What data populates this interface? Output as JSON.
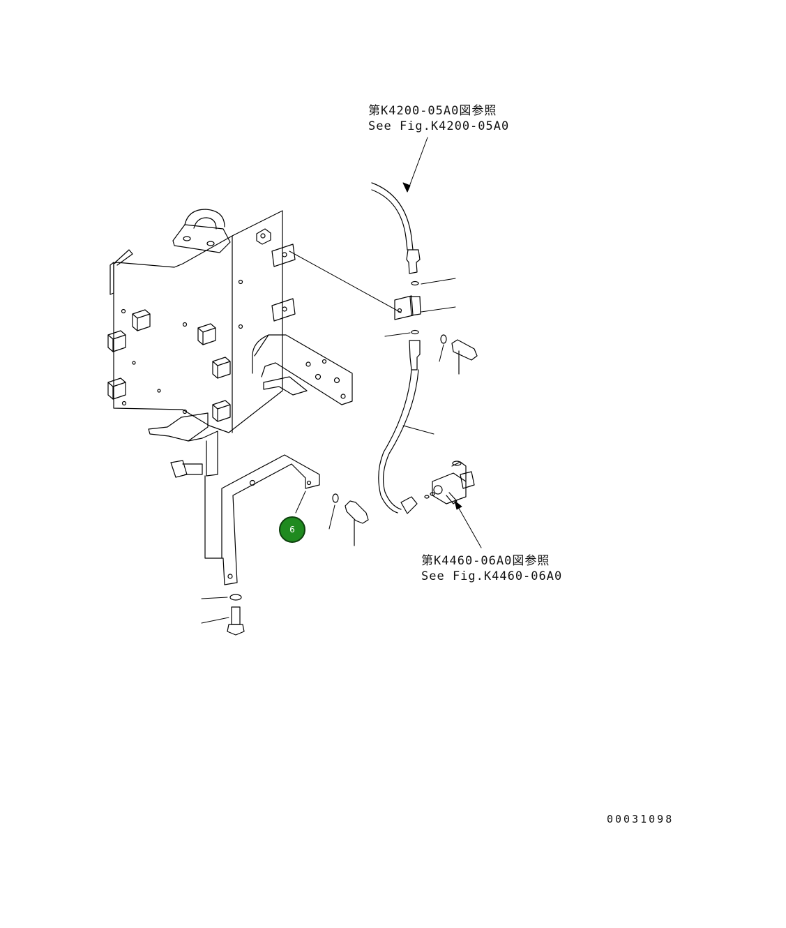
{
  "references": [
    {
      "line1": "第K4200-05A0図参照",
      "line2": "See Fig.K4200-05A0"
    },
    {
      "line1": "第K4460-06A0図参照",
      "line2": "See Fig.K4460-06A0"
    }
  ],
  "callouts": [
    {
      "label": "6"
    }
  ],
  "document_number": "00031098",
  "colors": {
    "callout_fill": "#1f8a1f",
    "line": "#000000"
  }
}
